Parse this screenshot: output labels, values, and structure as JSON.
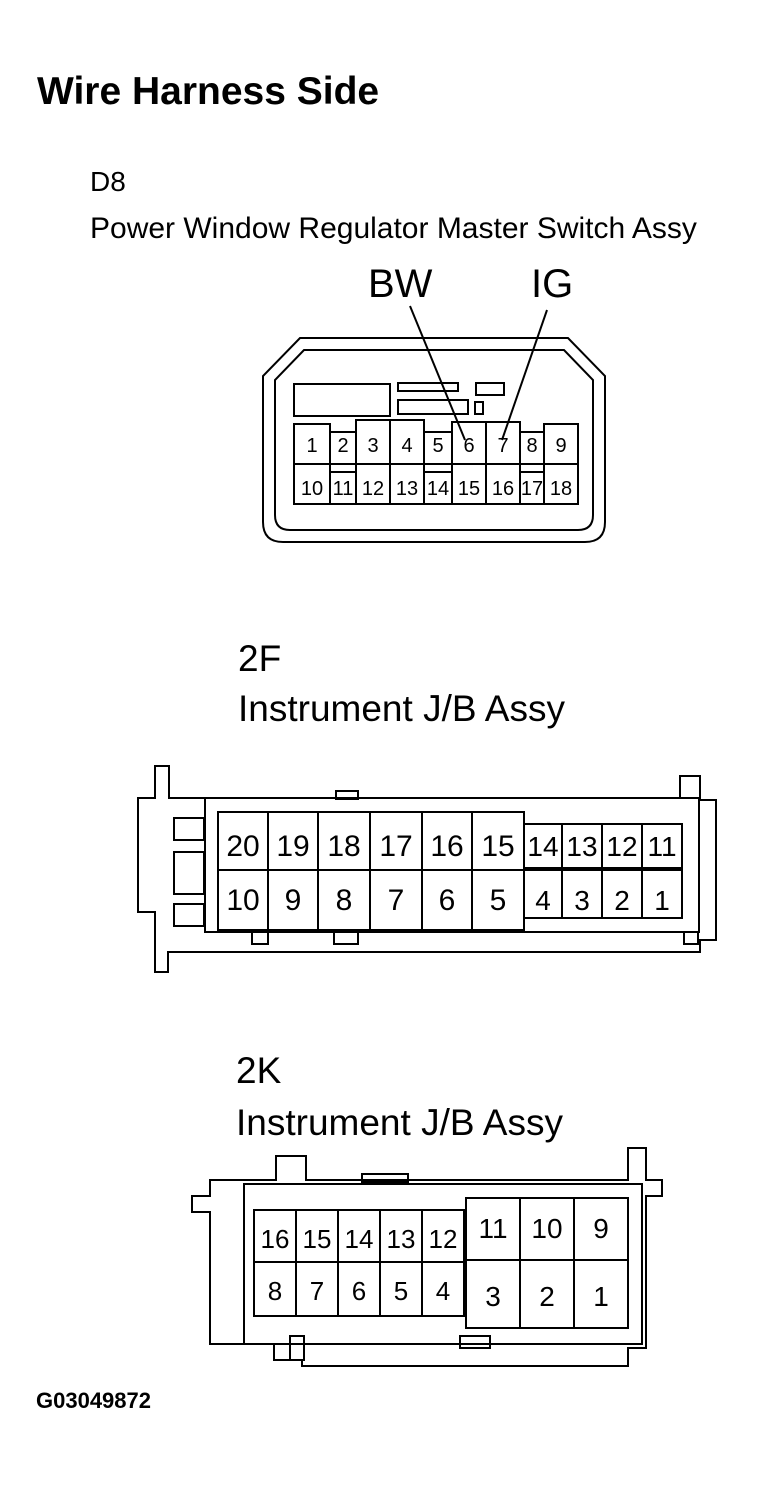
{
  "title": "Wire Harness Side",
  "figure_id": "G03049872",
  "connectors": {
    "d8": {
      "code": "D8",
      "name": "Power Window Regulator Master Switch Assy",
      "callouts": [
        "BW",
        "IG"
      ],
      "pins": [
        "1",
        "2",
        "3",
        "4",
        "5",
        "6",
        "7",
        "8",
        "9",
        "10",
        "11",
        "12",
        "13",
        "14",
        "15",
        "16",
        "17",
        "18"
      ]
    },
    "c2f": {
      "code": "2F",
      "name": "Instrument J/B Assy",
      "pins": [
        "20",
        "19",
        "18",
        "17",
        "16",
        "15",
        "14",
        "13",
        "12",
        "11",
        "10",
        "9",
        "8",
        "7",
        "6",
        "5",
        "4",
        "3",
        "2",
        "1"
      ]
    },
    "c2k": {
      "code": "2K",
      "name": "Instrument J/B Assy",
      "pins": [
        "16",
        "15",
        "14",
        "13",
        "12",
        "11",
        "10",
        "9",
        "8",
        "7",
        "6",
        "5",
        "4",
        "3",
        "2",
        "1"
      ]
    }
  }
}
